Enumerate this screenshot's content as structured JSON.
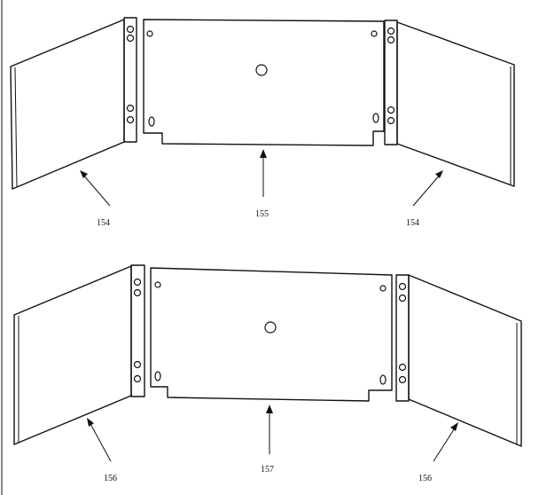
{
  "diagram": {
    "colors": {
      "line": "#111111",
      "background": "#ffffff"
    },
    "top_assembly": {
      "labels": {
        "left": "154",
        "center": "155",
        "right": "154"
      }
    },
    "bottom_assembly": {
      "labels": {
        "left": "156",
        "center": "157",
        "right": "156"
      }
    }
  }
}
